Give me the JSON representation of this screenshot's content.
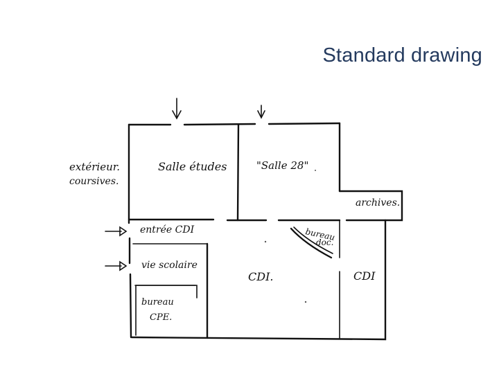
{
  "slide": {
    "title": "Standard drawing"
  },
  "floor_plan": {
    "labels": {
      "exterieur": "extérieur.",
      "coursives": "coursives.",
      "salle_etudes": "Salle études",
      "salle_28": "\"Salle 28\"",
      "archives": "archives.",
      "entree_cdi": "entrée CDI",
      "bureau_doc_line1": "bureau",
      "bureau_doc_line2": "doc.",
      "vie_scolaire": "vie scolaire",
      "cdi_center": "CDI.",
      "cdi_right": "CDI",
      "bureau_cpe_line1": "bureau",
      "bureau_cpe_line2": "CPE."
    }
  }
}
